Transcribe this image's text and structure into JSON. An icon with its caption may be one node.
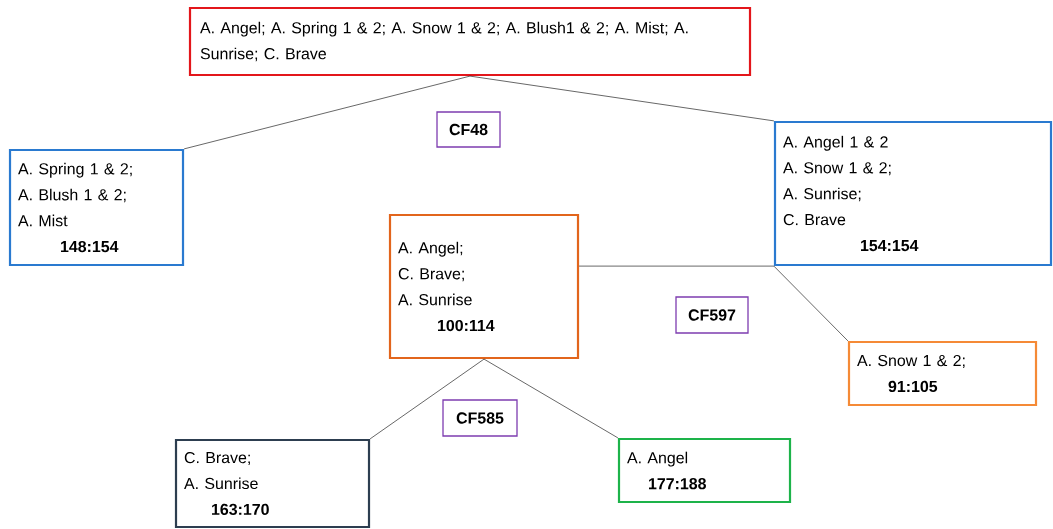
{
  "diagram": {
    "nodes": [
      {
        "text": [
          "A. Angel; A. Spring 1 & 2; A. Snow 1 & 2; A. Blush1 & 2; A. Mist; A. Sunrise; C. Brave"
        ]
      },
      {
        "text": [
          "A.   Spring 1 & 2;",
          "A. Blush 1 & 2;",
          "A. Mist",
          "148:154"
        ]
      },
      {
        "text": [
          "A. Angel 1 & 2",
          "A. Snow 1 & 2;",
          "A. Sunrise;",
          "C. Brave",
          "154:154"
        ]
      },
      {
        "text": [
          "CF48"
        ]
      },
      {
        "text": [
          "A.  Angel;",
          "C.  Brave;",
          "A. Sunrise",
          "100:114"
        ]
      },
      {
        "text": [
          "CF597"
        ]
      },
      {
        "text": [
          "A. Snow 1 & 2;",
          "91:105"
        ]
      },
      {
        "text": [
          "CF585"
        ]
      },
      {
        "text": [
          "C. Brave;",
          "A. Sunrise",
          "163:170"
        ]
      },
      {
        "text": [
          "A. Angel",
          "177:188"
        ]
      }
    ],
    "edges": [
      {
        "from": 0,
        "to": 1,
        "arrow": "none"
      },
      {
        "from": 0,
        "to": 2,
        "arrow": "none"
      },
      {
        "from": 4,
        "to": 2,
        "arrow": "none"
      },
      {
        "from": 2,
        "to": 6,
        "arrow": "none"
      },
      {
        "from": 4,
        "to": 8,
        "arrow": "none"
      },
      {
        "from": 4,
        "to": 9,
        "arrow": "none"
      }
    ]
  }
}
